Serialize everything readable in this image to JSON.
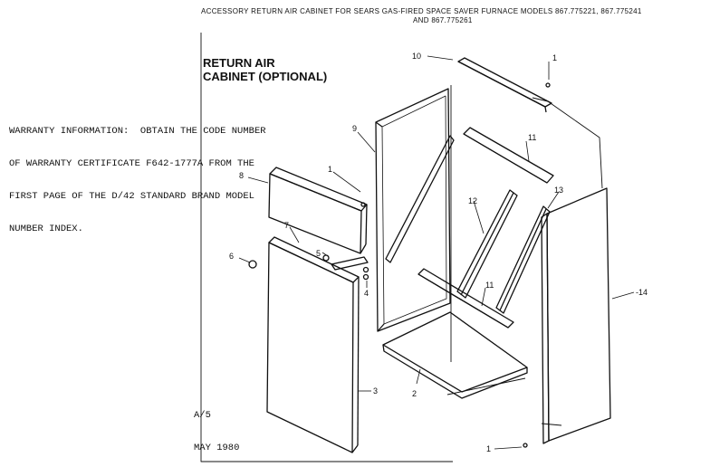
{
  "header": {
    "line1": "ACCESSORY RETURN AIR CABINET FOR SEARS GAS-FIRED SPACE SAVER FURNACE MODELS 867.775221, 867.775241",
    "line2": "AND 867.775261"
  },
  "title": {
    "line1": "RETURN AIR",
    "line2": "CABINET (OPTIONAL)"
  },
  "warranty": {
    "line1": "WARRANTY INFORMATION:  OBTAIN THE CODE NUMBER",
    "line2": "OF WARRANTY CERTIFICATE F642-1777A FROM THE",
    "line3": "FIRST PAGE OF THE D/42 STANDARD BRAND MODEL",
    "line4": "NUMBER INDEX."
  },
  "footer": {
    "line1": "A/5",
    "line2": "MAY 1980"
  },
  "callouts": {
    "c10": "10",
    "c1_top": "1",
    "c9": "9",
    "c11_top": "11",
    "c8": "8",
    "c1_left": "1",
    "c13": "13",
    "c12": "12",
    "c7": "7",
    "c5": "5",
    "c6": "6",
    "c4": "4",
    "c11_mid": "11",
    "c14": "-14",
    "c3": "3",
    "c2": "2",
    "c1_bottom": "1"
  },
  "colors": {
    "ink": "#111111",
    "paper": "#ffffff"
  }
}
